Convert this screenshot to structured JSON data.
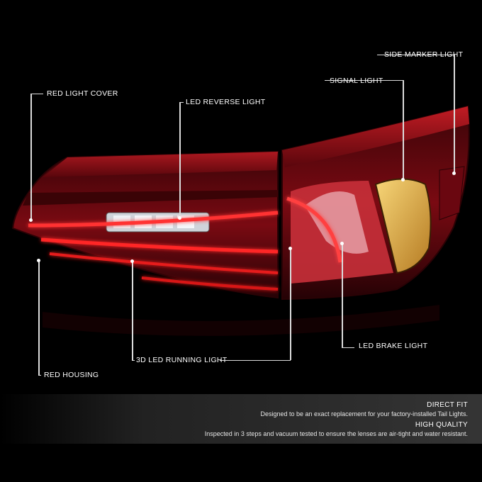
{
  "callouts": {
    "side_marker": "SIDE MARKER LIGHT",
    "signal": "SIGNAL LIGHT",
    "red_light_cover": "RED LIGHT COVER",
    "led_reverse": "LED REVERSE LIGHT",
    "led_brake": "LED BRAKE LIGHT",
    "running": "3D LED RUNNING LIGHT",
    "red_housing": "RED HOUSING"
  },
  "info": {
    "direct_fit_title": "DIRECT FIT",
    "direct_fit_text": "Designed to be an exact replacement for your factory-installed Tail Lights.",
    "quality_title": "HIGH QUALITY",
    "quality_text": "Inspected in 3 steps and vacuum tested to ensure the lenses are air-tight and water resistant."
  },
  "colors": {
    "background": "#000000",
    "housing_red": "#8b0a14",
    "led_red": "#ff2a2a",
    "signal_amber": "#f2c14e"
  }
}
